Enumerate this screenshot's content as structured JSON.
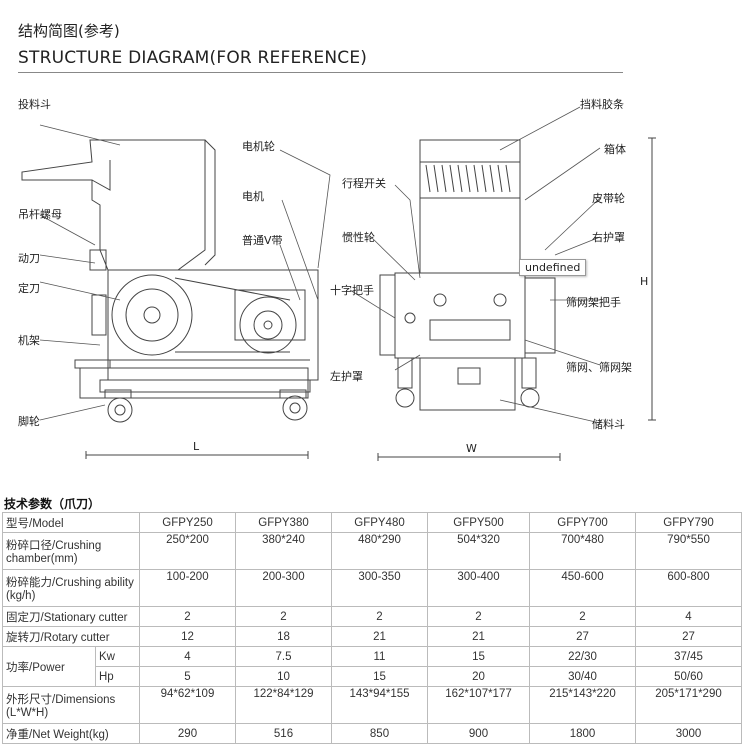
{
  "header": {
    "title_cn": "结构简图(参考)",
    "title_en": "STRUCTURE DIAGRAM(FOR REFERENCE)"
  },
  "diagram": {
    "left_labels": {
      "hopper": "投料斗",
      "motor_pulley": "电机轮",
      "hanger_nut": "吊杆螺母",
      "motor": "电机",
      "v_belt": "普通V带",
      "moving_knife": "动刀",
      "fixed_knife": "定刀",
      "frame": "机架",
      "caster": "脚轮",
      "dim_l": "L"
    },
    "right_labels": {
      "rubber_flap": "挡料胶条",
      "box": "箱体",
      "travel_switch": "行程开关",
      "belt_pulley": "皮带轮",
      "flywheel": "惯性轮",
      "right_cover": "右护罩",
      "tooltip": "undefined",
      "cross_handle": "十字把手",
      "screen_handle": "筛网架把手",
      "left_cover": "左护罩",
      "screen": "筛网、筛网架",
      "bin": "储料斗",
      "dim_w": "W",
      "dim_h": "H"
    }
  },
  "spec": {
    "title": "技术参数（爪刀）",
    "rows": [
      {
        "label": "型号/Model",
        "values": [
          "GFPY250",
          "GFPY380",
          "GFPY480",
          "GFPY500",
          "GFPY700",
          "GFPY790"
        ]
      },
      {
        "label": "粉碎口径/Crushing chamber(mm)",
        "values": [
          "250*200",
          "380*240",
          "480*290",
          "504*320",
          "700*480",
          "790*550"
        ]
      },
      {
        "label": "粉碎能力/Crushing ability (kg/h)",
        "values": [
          "100-200",
          "200-300",
          "300-350",
          "300-400",
          "450-600",
          "600-800"
        ]
      },
      {
        "label": "固定刀/Stationary cutter",
        "values": [
          "2",
          "2",
          "2",
          "2",
          "2",
          "4"
        ]
      },
      {
        "label": "旋转刀/Rotary cutter",
        "values": [
          "12",
          "18",
          "21",
          "21",
          "27",
          "27"
        ]
      },
      {
        "label": "功率/Power",
        "sub": "Kw",
        "values": [
          "4",
          "7.5",
          "11",
          "15",
          "22/30",
          "37/45"
        ]
      },
      {
        "label": "",
        "sub": "Hp",
        "values": [
          "5",
          "10",
          "15",
          "20",
          "30/40",
          "50/60"
        ]
      },
      {
        "label": "外形尺寸/Dimensions (L*W*H)",
        "values": [
          "94*62*109",
          "122*84*129",
          "143*94*155",
          "162*107*177",
          "215*143*220",
          "205*171*290"
        ]
      },
      {
        "label": "净重/Net Weight(kg)",
        "values": [
          "290",
          "516",
          "850",
          "900",
          "1800",
          "3000"
        ]
      }
    ]
  }
}
